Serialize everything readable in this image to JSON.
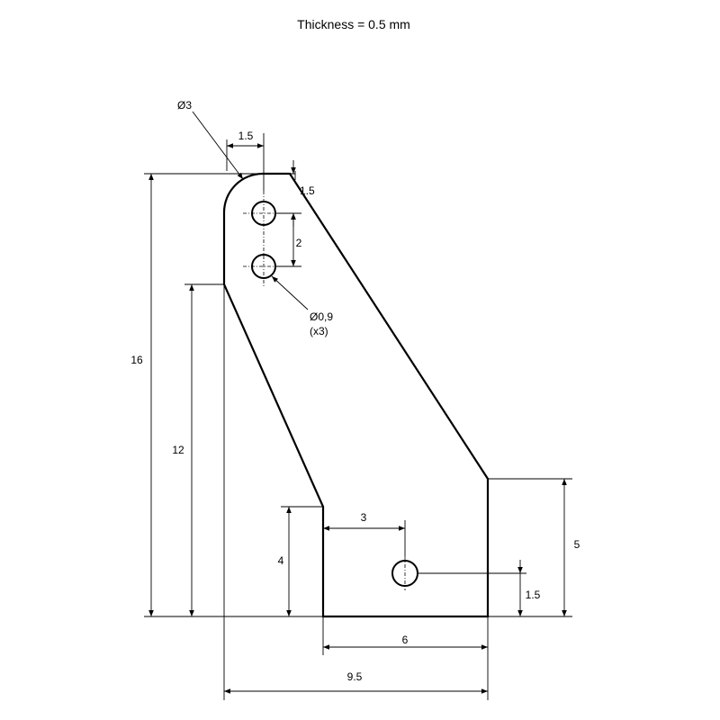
{
  "title": "Thickness = 0.5 mm",
  "dimensions": {
    "overall_height": "16",
    "left_height": "12",
    "inner_height": "4",
    "right_height": "5",
    "top_width": "1.5",
    "top_offset": "1.5",
    "hole_spacing": "2",
    "hole3_offset_x": "3",
    "hole3_offset_y": "1.5",
    "base_width": "6",
    "overall_width": "9.5"
  },
  "callouts": {
    "radius_label": "Ø3",
    "hole_diameter": "Ø0,9",
    "hole_count": "(x3)"
  }
}
